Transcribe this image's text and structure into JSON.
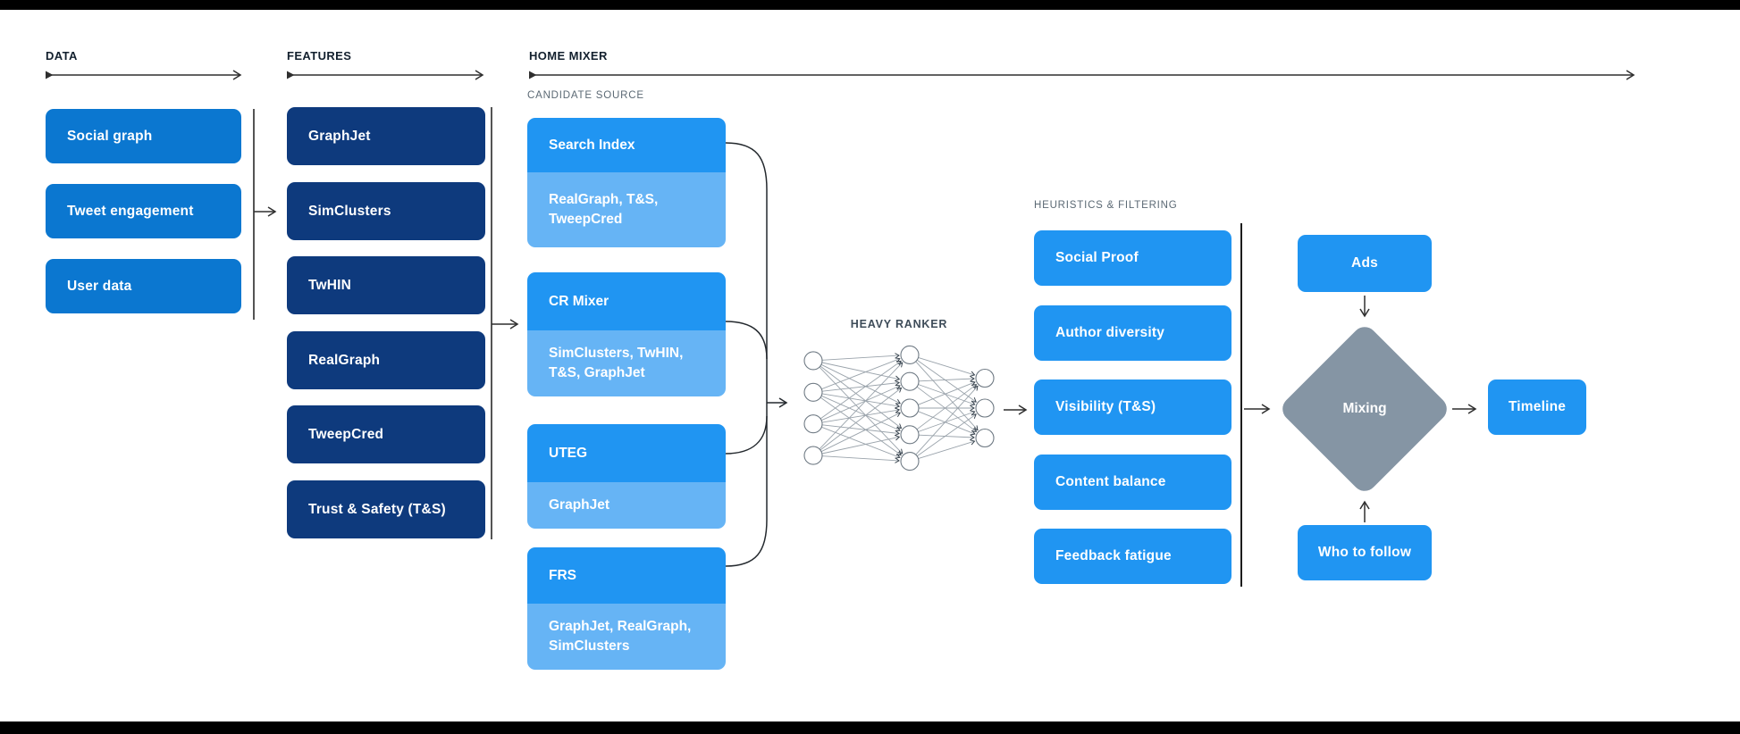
{
  "colors": {
    "data_blue": "#0b77d0",
    "navy": "#0e3a7d",
    "bright_blue": "#2095f2",
    "light_blue": "#66b4f5",
    "diamond_gray": "#8595a4",
    "label_gray": "#5b6974",
    "header_dark": "#13202e",
    "line_dark": "#2f2f2f"
  },
  "sections": {
    "data": {
      "label": "DATA",
      "boxes": [
        "Social graph",
        "Tweet engagement",
        "User data"
      ]
    },
    "features": {
      "label": "FEATURES",
      "boxes": [
        "GraphJet",
        "SimClusters",
        "TwHIN",
        "RealGraph",
        "TweepCred",
        "Trust & Safety (T&S)"
      ]
    },
    "home_mixer": {
      "label": "HOME MIXER",
      "candidate_source": {
        "label": "CANDIDATE SOURCE",
        "groups": [
          {
            "title": "Search Index",
            "inputs": "RealGraph, T&S, TweepCred"
          },
          {
            "title": "CR Mixer",
            "inputs": "SimClusters, TwHIN, T&S, GraphJet"
          },
          {
            "title": "UTEG",
            "inputs": "GraphJet"
          },
          {
            "title": "FRS",
            "inputs": "GraphJet, RealGraph, SimClusters"
          }
        ]
      },
      "heavy_ranker": {
        "label": "HEAVY RANKER",
        "layers": [
          4,
          5,
          3
        ]
      },
      "heuristics": {
        "label": "HEURISTICS & FILTERING",
        "boxes": [
          "Social Proof",
          "Author diversity",
          "Visibility (T&S)",
          "Content balance",
          "Feedback fatigue"
        ]
      },
      "mixing": {
        "ads": "Ads",
        "label": "Mixing",
        "who_to_follow": "Who to follow",
        "timeline": "Timeline"
      }
    }
  }
}
